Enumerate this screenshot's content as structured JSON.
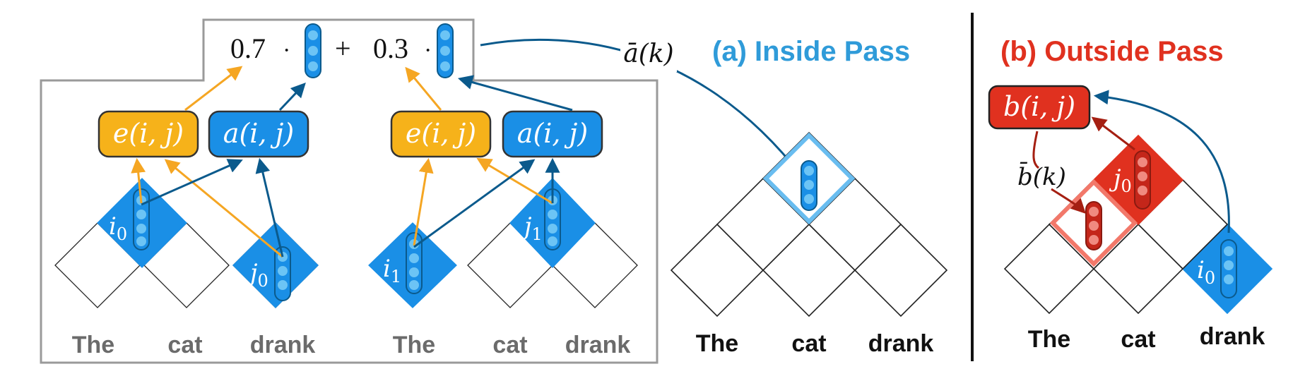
{
  "colors": {
    "inside_blue": "#2f9bd9",
    "cell_blue": "#1a8fe6",
    "dark_blue": "#0b5a8c",
    "orange": "#f5a623",
    "orange_box": "#f6b21a",
    "red": "#e0311f",
    "dark_red": "#a51f12",
    "salmon": "#f2786a",
    "light_blue_outline": "#69bdf0",
    "gray_frame": "#9a9a9a",
    "gray_text": "#6b6b6b"
  },
  "equation": {
    "coef1": "0.7",
    "dot1": "·",
    "plus": "+",
    "coef2": "0.3",
    "dot2": "·"
  },
  "abar_label": "ā(k)",
  "bbar_label": "b̄(k)",
  "panel_a_title": "(a) Inside Pass",
  "panel_b_title": "(b) Outside Pass",
  "left_group": {
    "e_label": "e(i, j)",
    "a_label": "a(i, j)",
    "i_label": "i",
    "i_sub": "0",
    "j_label": "j",
    "j_sub": "0",
    "words": [
      "The",
      "cat",
      "drank"
    ]
  },
  "right_group": {
    "e_label": "e(i, j)",
    "a_label": "a(i, j)",
    "i_label": "i",
    "i_sub": "1",
    "j_label": "j",
    "j_sub": "1",
    "words": [
      "The",
      "cat",
      "drank"
    ]
  },
  "inside_pass": {
    "words": [
      "The",
      "cat",
      "drank"
    ]
  },
  "outside_pass": {
    "b_label": "b(i, j)",
    "j_label": "j",
    "j_sub": "0",
    "i_label": "i",
    "i_sub": "0",
    "words": [
      "The",
      "cat",
      "drank"
    ]
  }
}
